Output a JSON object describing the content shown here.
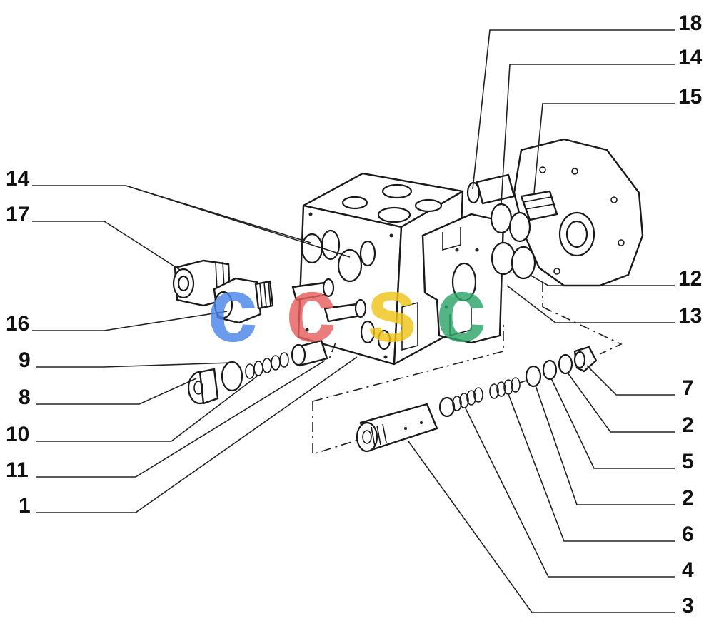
{
  "labels": {
    "l18": "18",
    "l14a": "14",
    "l15": "15",
    "l14b": "14",
    "l17": "17",
    "l16": "16",
    "l9": "9",
    "l8": "8",
    "l10": "10",
    "l11": "11",
    "l1": "1",
    "l12": "12",
    "l13": "13",
    "l7": "7",
    "l2a": "2",
    "l5": "5",
    "l2b": "2",
    "l6": "6",
    "l4": "4",
    "l3": "3"
  },
  "watermark": {
    "letters": [
      "c",
      "c",
      "s",
      "c"
    ],
    "colors": [
      "#4a86e8",
      "#e86060",
      "#f0c419",
      "#2ea56a"
    ]
  }
}
